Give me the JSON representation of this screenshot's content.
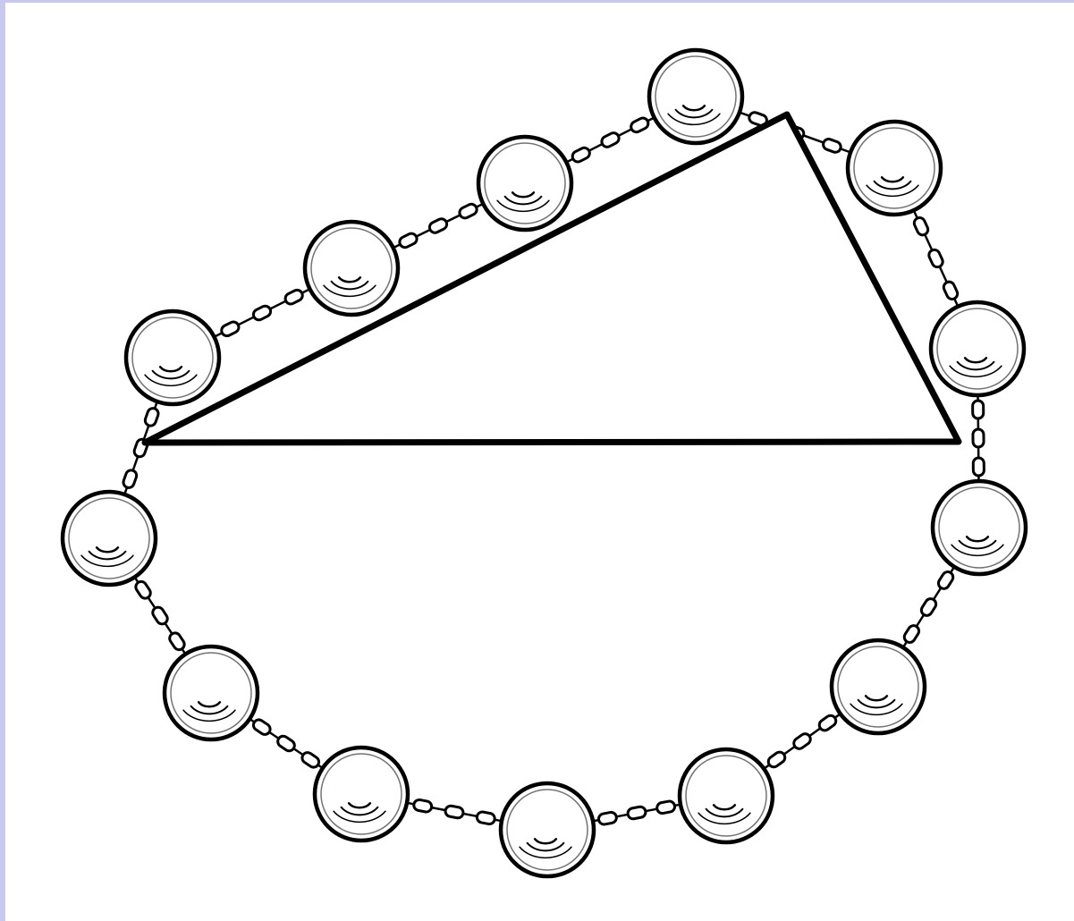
{
  "figure": {
    "subject": "necklace-loop-with-right-triangle",
    "bead_count": 13,
    "link_count_between_beads": 3,
    "frame_color": "#c8c8f0",
    "line_color": "#000000",
    "bead_fill": "#ffffff",
    "icons": [
      "bead-icon",
      "chain-link-icon",
      "triangle-icon"
    ]
  }
}
